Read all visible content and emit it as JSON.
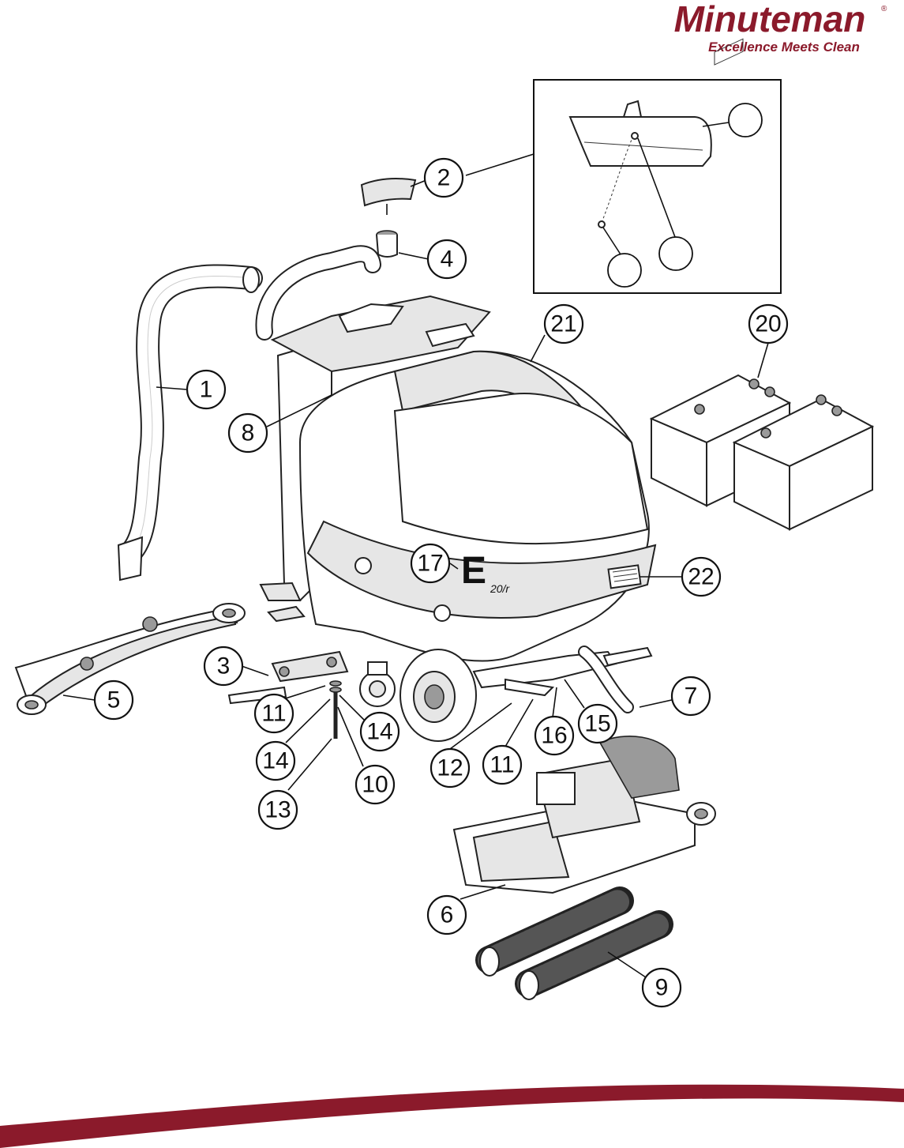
{
  "brand": {
    "name": "Minuteman",
    "tagline": "Excellence Meets Clean",
    "color": "#8b1a2b"
  },
  "callouts": [
    {
      "id": "c1",
      "label": "1"
    },
    {
      "id": "c2",
      "label": "2"
    },
    {
      "id": "c3",
      "label": "3"
    },
    {
      "id": "c4",
      "label": "4"
    },
    {
      "id": "c5",
      "label": "5"
    },
    {
      "id": "c6",
      "label": "6"
    },
    {
      "id": "c7",
      "label": "7"
    },
    {
      "id": "c8",
      "label": "8"
    },
    {
      "id": "c9",
      "label": "9"
    },
    {
      "id": "c10",
      "label": "10"
    },
    {
      "id": "c11a",
      "label": "11"
    },
    {
      "id": "c11b",
      "label": "11"
    },
    {
      "id": "c12",
      "label": "12"
    },
    {
      "id": "c13",
      "label": "13"
    },
    {
      "id": "c14a",
      "label": "14"
    },
    {
      "id": "c14b",
      "label": "14"
    },
    {
      "id": "c15",
      "label": "15"
    },
    {
      "id": "c16",
      "label": "16"
    },
    {
      "id": "c17",
      "label": "17"
    },
    {
      "id": "c20",
      "label": "20"
    },
    {
      "id": "c21",
      "label": "21"
    },
    {
      "id": "c22",
      "label": "22"
    }
  ],
  "model_badge": {
    "letter": "E",
    "sub": "20/r"
  }
}
